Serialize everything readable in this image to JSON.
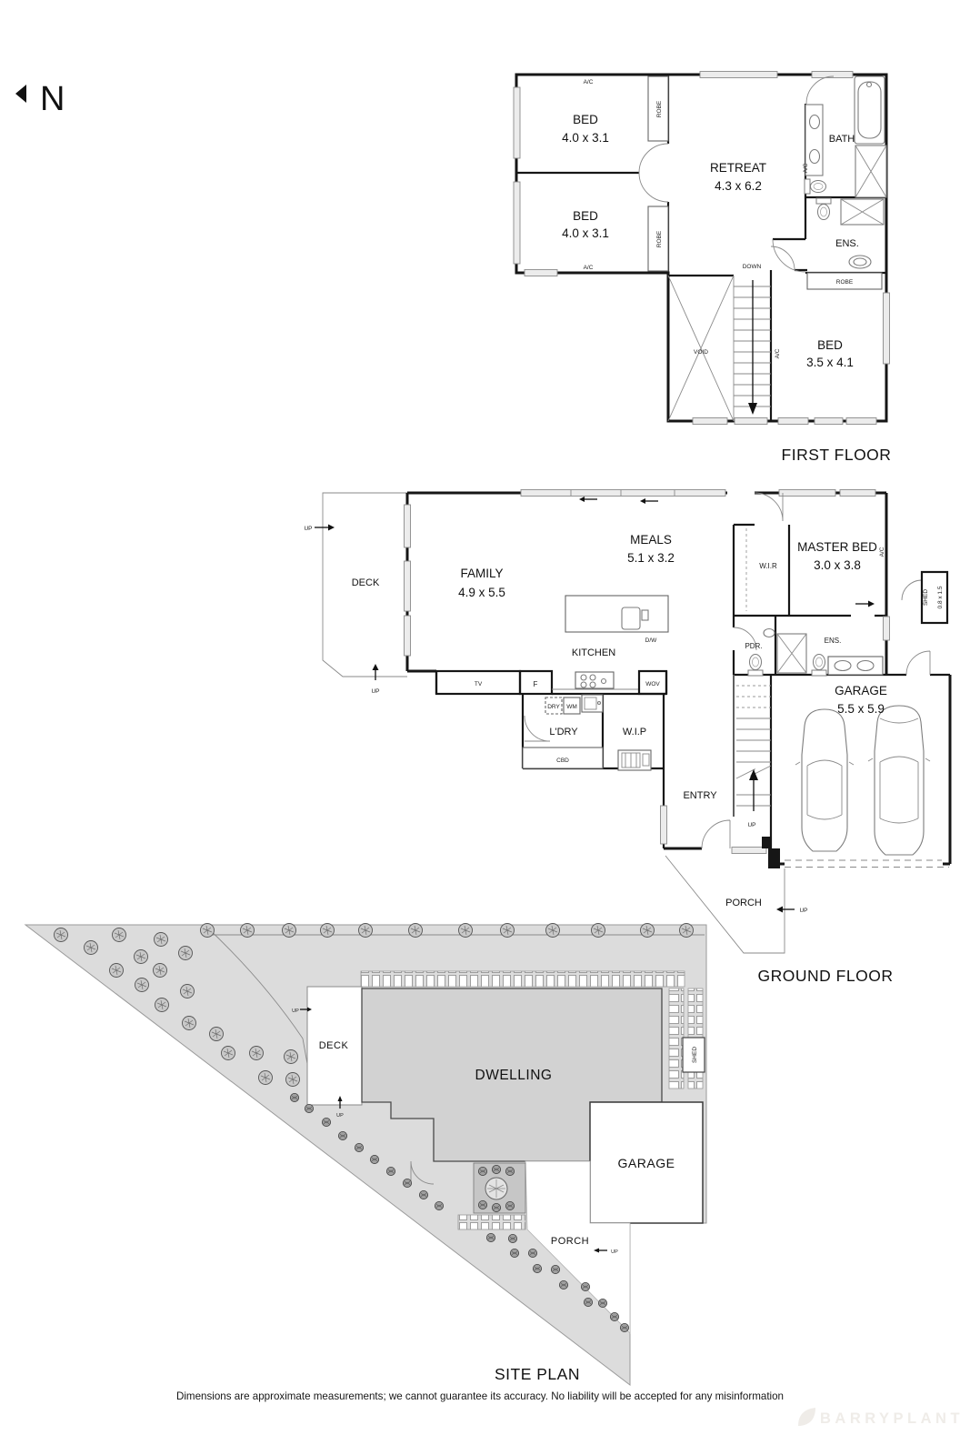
{
  "compass": {
    "n": "N"
  },
  "first": {
    "title": "FIRST FLOOR",
    "bed1_name": "BED",
    "bed1_dims": "4.0 x 3.1",
    "bed2_name": "BED",
    "bed2_dims": "4.0 x 3.1",
    "retreat_name": "RETREAT",
    "retreat_dims": "4.3 x 6.2",
    "bath": "BATH",
    "ens": "ENS.",
    "bed3_name": "BED",
    "bed3_dims": "3.5 x 4.1",
    "robe": "ROBE",
    "ac": "A/C",
    "down": "DOWN",
    "void": "VOID"
  },
  "ground": {
    "title": "GROUND FLOOR",
    "deck": "DECK",
    "family_name": "FAMILY",
    "family_dims": "4.9 x 5.5",
    "meals_name": "MEALS",
    "meals_dims": "5.1 x 3.2",
    "master_name": "MASTER BED",
    "master_dims": "3.0 x 3.8",
    "wir": "W.I.R",
    "kitchen": "KITCHEN",
    "dw": "D/W",
    "tv": "TV",
    "f": "F",
    "wov": "WOV",
    "dry": "DRY",
    "wm": "WM",
    "ldry": "L'DRY",
    "wip": "W.I.P",
    "cbd": "CBD",
    "pdr": "PDR.",
    "ens": "ENS.",
    "garage_name": "GARAGE",
    "garage_dims": "5.5 x 5.9",
    "entry": "ENTRY",
    "porch": "PORCH",
    "shed_name": "SHED",
    "shed_dims": "0.8 x 1.5",
    "up": "UP",
    "ac": "A/C"
  },
  "site": {
    "title": "SITE PLAN",
    "deck": "DECK",
    "dwelling": "DWELLING",
    "garage": "GARAGE",
    "porch": "PORCH",
    "shed": "SHED",
    "up": "UP"
  },
  "footer": {
    "disclaimer": "Dimensions are approximate measurements; we cannot guarantee its accuracy. No liability will be accepted for any misinformation",
    "brand": "BARRYPLANT"
  },
  "colors": {
    "wall": "#161616",
    "site_gray": "#dcdcdc",
    "dwelling_gray": "#d2d2d2",
    "watermark": "#efece8"
  }
}
